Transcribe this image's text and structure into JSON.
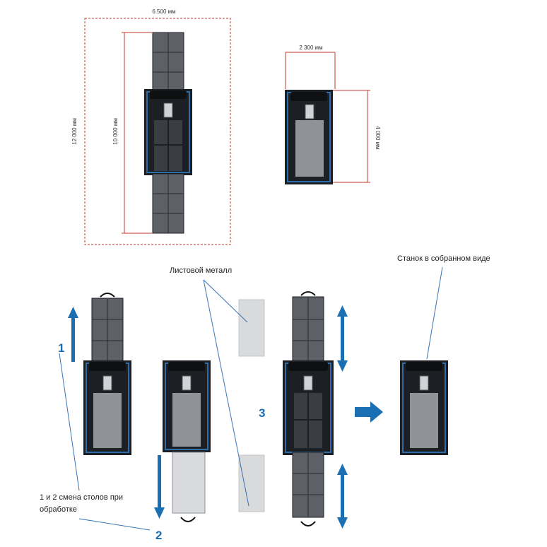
{
  "diagram": {
    "dim_width_large": "6 500 мм",
    "dim_height_large_outer": "12 000 мм",
    "dim_height_large_inner": "10 000 мм",
    "dim_width_small": "2 300 мм",
    "dim_height_small": "4 000 мм",
    "label_sheet_metal": "Листовой металл",
    "label_assembled": "Станок в собранном виде",
    "label_table_change_line1": "1 и 2 смена столов при",
    "label_table_change_line2": "обработке",
    "step_1": "1",
    "step_2": "2",
    "step_3": "3"
  },
  "colors": {
    "accent_blue": "#1a6fb3",
    "dimension_red": "#c0392b",
    "machine_dark": "#1c1f24",
    "machine_frame": "#2d6ea8",
    "bed_gray": "#8f9297",
    "sheet_gray": "#d9dadb",
    "callout_line": "#3a72b5"
  }
}
